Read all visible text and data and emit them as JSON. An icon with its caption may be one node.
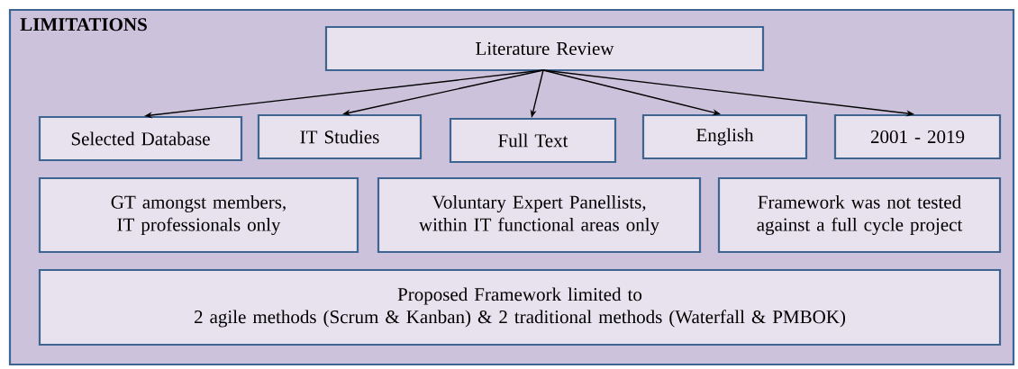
{
  "diagram": {
    "nodes": [
      {
        "text": [
          "LIMITATIONS"
        ]
      },
      {
        "text": [
          "Literature Review"
        ],
        "in": 0
      },
      {
        "text": [
          "Selected Database"
        ],
        "in": 0
      },
      {
        "text": [
          "IT Studies"
        ],
        "in": 0
      },
      {
        "text": [
          "Full Text"
        ],
        "in": 0
      },
      {
        "text": [
          "English"
        ],
        "in": 0
      },
      {
        "text": [
          "2001 - 2019"
        ],
        "in": 0
      },
      {
        "text": [
          "GT amongst members, IT professionals only"
        ],
        "in": 0
      },
      {
        "text": [
          "Voluntary Expert Panellists, within IT functional areas only"
        ],
        "in": 0
      },
      {
        "text": [
          "Framework was not tested against a full cycle project"
        ],
        "in": 0
      },
      {
        "text": [
          "Proposed Framework limited to",
          "2 agile methods (Scrum & Kanban) & 2 traditional methods (Waterfall & PMBOK)"
        ],
        "in": 0
      }
    ],
    "edges": [
      {
        "from": 1,
        "to": 2,
        "arrow": "to"
      },
      {
        "from": 1,
        "to": 3,
        "arrow": "to"
      },
      {
        "from": 1,
        "to": 4,
        "arrow": "to"
      },
      {
        "from": 1,
        "to": 5,
        "arrow": "to"
      },
      {
        "from": 1,
        "to": 6,
        "arrow": "to"
      }
    ]
  }
}
